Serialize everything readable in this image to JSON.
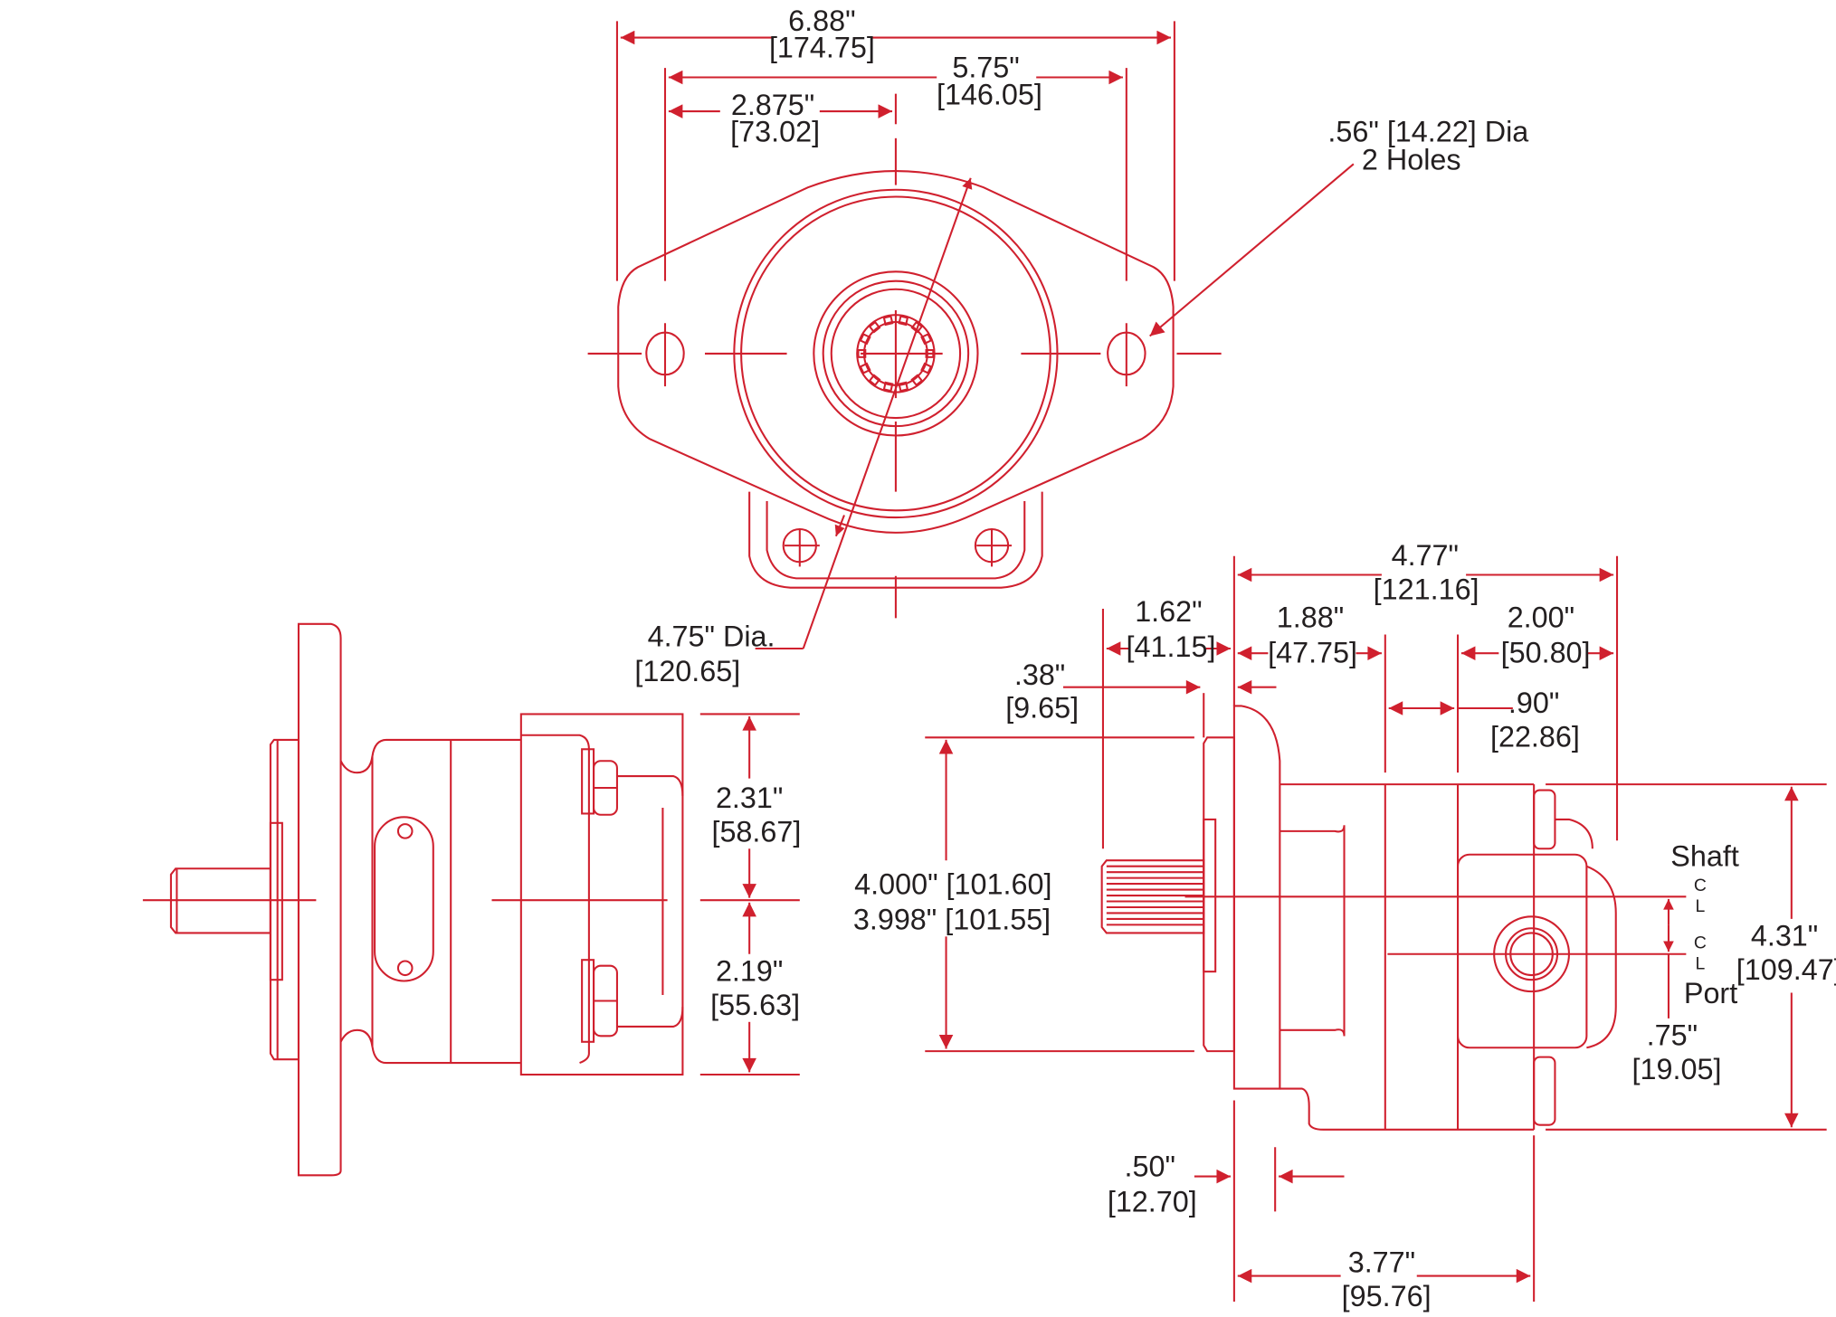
{
  "drawing": {
    "title": "Hydraulic gear pump dimensional drawing",
    "line_color": "#d0202e",
    "text_color": "#231f20",
    "views": [
      "front-view",
      "side-view-left",
      "side-view-right"
    ]
  },
  "dimensions": {
    "overall_width": {
      "in": "6.88\"",
      "mm": "[174.75]"
    },
    "bolt_spacing": {
      "in": "5.75\"",
      "mm": "[146.05]"
    },
    "half_bolt_spacing": {
      "in": "2.875\"",
      "mm": "[73.02]"
    },
    "mount_holes": {
      "line1": ".56\" [14.22] Dia",
      "line2": "2 Holes"
    },
    "pilot_dia": {
      "in": "4.75\" Dia.",
      "mm": "[120.65]"
    },
    "upper_height": {
      "in": "2.31\"",
      "mm": "[58.67]"
    },
    "lower_height": {
      "in": "2.19\"",
      "mm": "[55.63]"
    },
    "overall_length": {
      "in": "4.77\"",
      "mm": "[121.16]"
    },
    "shaft_length": {
      "in": "1.62\"",
      "mm": "[41.15]"
    },
    "body_length": {
      "in": "1.88\"",
      "mm": "[47.75]"
    },
    "end_length": {
      "in": "2.00\"",
      "mm": "[50.80]"
    },
    "pilot_depth": {
      "in": ".38\"",
      "mm": "[9.65]"
    },
    "gap": {
      "in": ".90\"",
      "mm": "[22.86]"
    },
    "pilot_tolerance": {
      "max": "4.000\" [101.60]",
      "min": "3.998\" [101.55]"
    },
    "flange_thickness": {
      "in": ".50\"",
      "mm": "[12.70]"
    },
    "base_length": {
      "in": "3.77\"",
      "mm": "[95.76]"
    },
    "overall_height": {
      "in": "4.31\"",
      "mm": "[109.47]"
    },
    "port_offset": {
      "in": ".75\"",
      "mm": "[19.05]"
    }
  },
  "labels": {
    "shaft": "Shaft",
    "port": "Port",
    "centerline_c": "C",
    "centerline_l": "L"
  }
}
